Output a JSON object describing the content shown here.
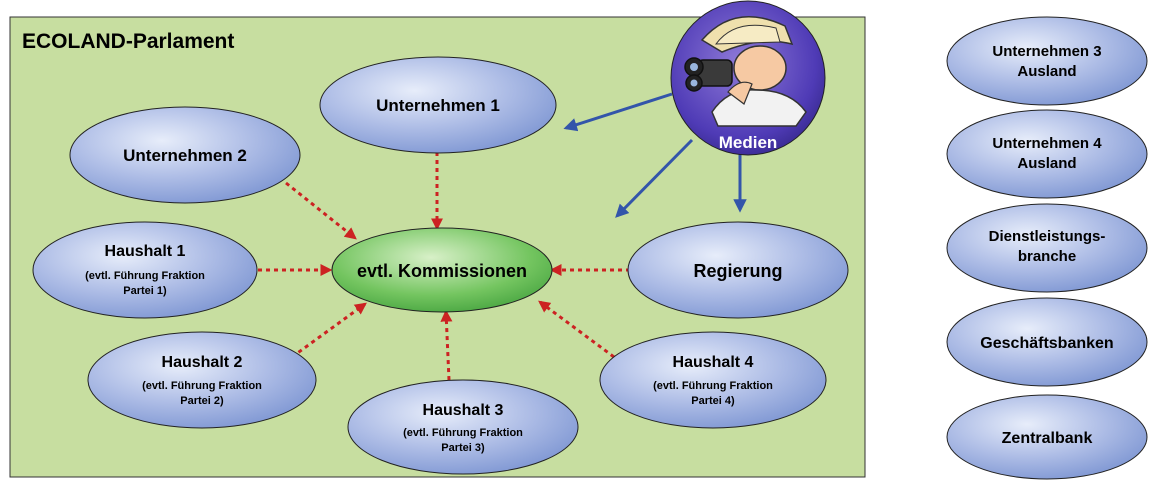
{
  "parliament": {
    "title": "ECOLAND-Parlament"
  },
  "colors": {
    "parliament_fill": "#c7dea0",
    "ellipse_fill": "#93a9dd",
    "ellipse_highlight": "#e7edfa",
    "commission_fill": "#56b84f",
    "commission_highlight": "#d8f0c8",
    "media_fill": "#4f3bb6",
    "arrow_red": "#cc2222",
    "arrow_blue": "#3355aa"
  },
  "nodes": {
    "unternehmen1": {
      "lines": [
        "Unternehmen 1"
      ]
    },
    "unternehmen2": {
      "lines": [
        "Unternehmen 2"
      ]
    },
    "kommissionen": {
      "lines": [
        "evtl. Kommissionen"
      ]
    },
    "regierung": {
      "lines": [
        "Regierung"
      ]
    },
    "haushalt1": {
      "title": "Haushalt 1",
      "lines": [
        "(evtl. Führung Fraktion",
        "Partei 1)"
      ]
    },
    "haushalt2": {
      "title": "Haushalt 2",
      "lines": [
        "(evtl. Führung Fraktion",
        "Partei 2)"
      ]
    },
    "haushalt3": {
      "title": "Haushalt 3",
      "lines": [
        "(evtl. Führung Fraktion",
        "Partei 3)"
      ]
    },
    "haushalt4": {
      "title": "Haushalt 4",
      "lines": [
        "(evtl. Führung Fraktion",
        "Partei 4)"
      ]
    },
    "medien": {
      "label": "Medien",
      "icon": "photographer-with-camera"
    }
  },
  "side_nodes": [
    {
      "id": "unternehmen3",
      "lines": [
        "Unternehmen 3",
        "Ausland"
      ]
    },
    {
      "id": "unternehmen4",
      "lines": [
        "Unternehmen 4",
        "Ausland"
      ]
    },
    {
      "id": "dienstleistung",
      "lines": [
        "Dienstleistungs-",
        "branche"
      ]
    },
    {
      "id": "geschaeftsbanken",
      "lines": [
        "Geschäftsbanken"
      ]
    },
    {
      "id": "zentralbank",
      "lines": [
        "Zentralbank"
      ]
    }
  ]
}
